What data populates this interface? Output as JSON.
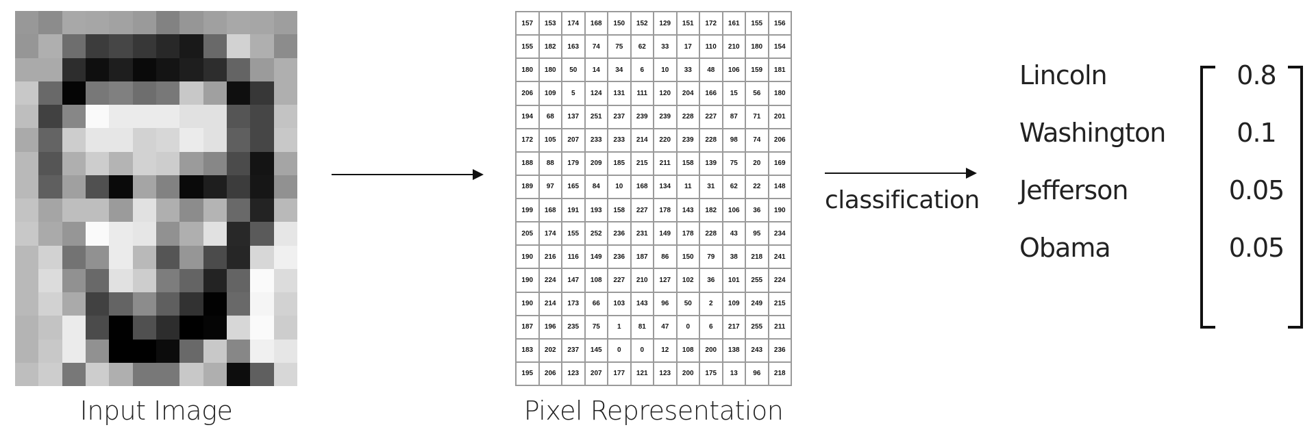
{
  "input_image": {
    "caption": "Input Image",
    "grayscale": [
      [
        152,
        140,
        168,
        166,
        162,
        154,
        130,
        150,
        160,
        168,
        166,
        158
      ],
      [
        150,
        175,
        110,
        60,
        70,
        55,
        40,
        25,
        105,
        210,
        175,
        140
      ],
      [
        170,
        170,
        45,
        15,
        30,
        10,
        20,
        30,
        45,
        100,
        155,
        175
      ],
      [
        200,
        105,
        5,
        120,
        128,
        110,
        120,
        200,
        160,
        15,
        55,
        175
      ],
      [
        190,
        65,
        135,
        250,
        235,
        235,
        235,
        225,
        225,
        85,
        70,
        195
      ],
      [
        170,
        100,
        205,
        230,
        230,
        210,
        215,
        235,
        225,
        95,
        70,
        200
      ],
      [
        185,
        85,
        175,
        205,
        180,
        210,
        205,
        155,
        135,
        75,
        20,
        165
      ],
      [
        185,
        95,
        160,
        80,
        10,
        165,
        130,
        10,
        30,
        60,
        22,
        145
      ],
      [
        195,
        165,
        190,
        190,
        155,
        225,
        175,
        140,
        180,
        105,
        35,
        185
      ],
      [
        200,
        170,
        150,
        250,
        235,
        230,
        145,
        175,
        225,
        40,
        90,
        230
      ],
      [
        185,
        210,
        115,
        145,
        235,
        185,
        85,
        150,
        75,
        38,
        215,
        240
      ],
      [
        185,
        220,
        145,
        105,
        225,
        205,
        125,
        100,
        35,
        100,
        250,
        220
      ],
      [
        185,
        210,
        170,
        65,
        100,
        140,
        95,
        50,
        2,
        105,
        245,
        210
      ],
      [
        180,
        195,
        235,
        75,
        1,
        80,
        45,
        0,
        5,
        215,
        250,
        205
      ],
      [
        180,
        200,
        235,
        145,
        0,
        0,
        12,
        105,
        200,
        135,
        240,
        230
      ],
      [
        190,
        205,
        120,
        205,
        175,
        120,
        120,
        200,
        175,
        13,
        95,
        215
      ]
    ]
  },
  "pixel_representation": {
    "caption": "Pixel Representation",
    "rows": [
      [
        "157",
        "153",
        "174",
        "168",
        "150",
        "152",
        "129",
        "151",
        "172",
        "161",
        "155",
        "156"
      ],
      [
        "155",
        "182",
        "163",
        "74",
        "75",
        "62",
        "33",
        "17",
        "110",
        "210",
        "180",
        "154"
      ],
      [
        "180",
        "180",
        "50",
        "14",
        "34",
        "6",
        "10",
        "33",
        "48",
        "106",
        "159",
        "181"
      ],
      [
        "206",
        "109",
        "5",
        "124",
        "131",
        "111",
        "120",
        "204",
        "166",
        "15",
        "56",
        "180"
      ],
      [
        "194",
        "68",
        "137",
        "251",
        "237",
        "239",
        "239",
        "228",
        "227",
        "87",
        "71",
        "201"
      ],
      [
        "172",
        "105",
        "207",
        "233",
        "233",
        "214",
        "220",
        "239",
        "228",
        "98",
        "74",
        "206"
      ],
      [
        "188",
        "88",
        "179",
        "209",
        "185",
        "215",
        "211",
        "158",
        "139",
        "75",
        "20",
        "169"
      ],
      [
        "189",
        "97",
        "165",
        "84",
        "10",
        "168",
        "134",
        "11",
        "31",
        "62",
        "22",
        "148"
      ],
      [
        "199",
        "168",
        "191",
        "193",
        "158",
        "227",
        "178",
        "143",
        "182",
        "106",
        "36",
        "190"
      ],
      [
        "205",
        "174",
        "155",
        "252",
        "236",
        "231",
        "149",
        "178",
        "228",
        "43",
        "95",
        "234"
      ],
      [
        "190",
        "216",
        "116",
        "149",
        "236",
        "187",
        "86",
        "150",
        "79",
        "38",
        "218",
        "241"
      ],
      [
        "190",
        "224",
        "147",
        "108",
        "227",
        "210",
        "127",
        "102",
        "36",
        "101",
        "255",
        "224"
      ],
      [
        "190",
        "214",
        "173",
        "66",
        "103",
        "143",
        "96",
        "50",
        "2",
        "109",
        "249",
        "215"
      ],
      [
        "187",
        "196",
        "235",
        "75",
        "1",
        "81",
        "47",
        "0",
        "6",
        "217",
        "255",
        "211"
      ],
      [
        "183",
        "202",
        "237",
        "145",
        "0",
        "0",
        "12",
        "108",
        "200",
        "138",
        "243",
        "236"
      ],
      [
        "195",
        "206",
        "123",
        "207",
        "177",
        "121",
        "123",
        "200",
        "175",
        "13",
        "96",
        "218"
      ]
    ]
  },
  "classification_label": "classification",
  "classes": [
    {
      "label": "Lincoln",
      "value": "0.8"
    },
    {
      "label": "Washington",
      "value": "0.1"
    },
    {
      "label": "Jefferson",
      "value": "0.05"
    },
    {
      "label": "Obama",
      "value": "0.05"
    }
  ],
  "colors": {
    "arrow": "#111111",
    "grid_line": "#9a9a9a"
  }
}
